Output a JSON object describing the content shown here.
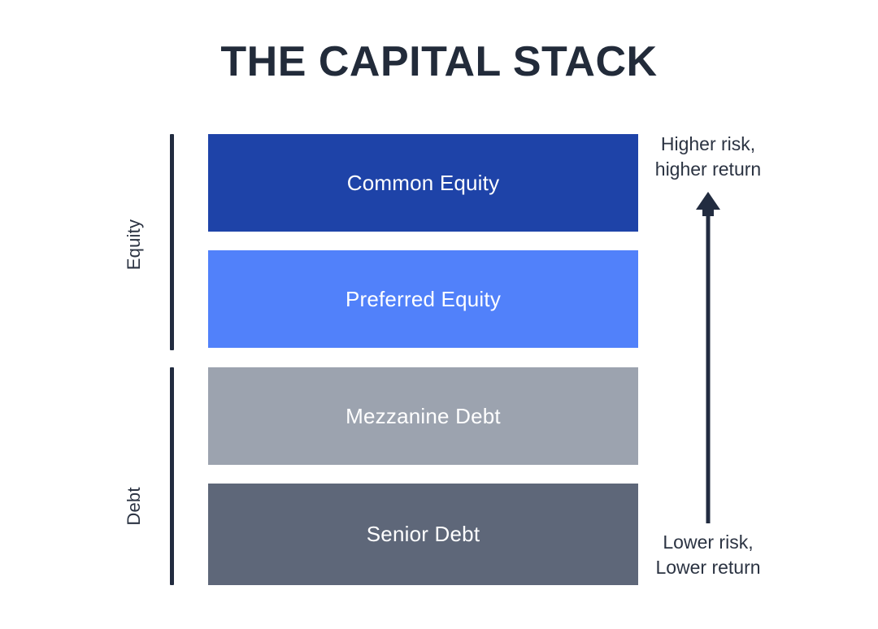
{
  "title": "THE CAPITAL STACK",
  "categories": [
    {
      "name": "equity",
      "label": "Equity"
    },
    {
      "name": "debt",
      "label": "Debt"
    }
  ],
  "layers": [
    {
      "label": "Common Equity",
      "color": "#1e43a8",
      "group": "Equity"
    },
    {
      "label": "Preferred Equity",
      "color": "#5181fa",
      "group": "Equity"
    },
    {
      "label": "Mezzanine Debt",
      "color": "#9ca3af",
      "group": "Debt"
    },
    {
      "label": "Senior Debt",
      "color": "#5e6779",
      "group": "Debt"
    }
  ],
  "annotations": {
    "top": {
      "line1": "Higher risk,",
      "line2": "higher return"
    },
    "bottom": {
      "line1": "Lower risk,",
      "line2": "Lower return"
    }
  },
  "colors": {
    "background": "#ffffff",
    "title": "#222b3a",
    "ink": "#2b3342",
    "bracket": "#222c40",
    "arrow": "#222c40",
    "layer_text": "#ffffff"
  },
  "chart_data": {
    "type": "bar",
    "title": "THE CAPITAL STACK",
    "orientation": "stacked-horizontal-bands",
    "categories": [
      "Common Equity",
      "Preferred Equity",
      "Mezzanine Debt",
      "Senior Debt"
    ],
    "values": [
      1,
      1,
      1,
      1
    ],
    "colors": [
      "#1e43a8",
      "#5181fa",
      "#9ca3af",
      "#5e6779"
    ],
    "groups": [
      "Equity",
      "Equity",
      "Debt",
      "Debt"
    ],
    "xlabel": "",
    "ylabel": "",
    "grid": false,
    "legend": "none",
    "annotations": [
      "Higher risk, higher return",
      "Lower risk, Lower return"
    ]
  }
}
